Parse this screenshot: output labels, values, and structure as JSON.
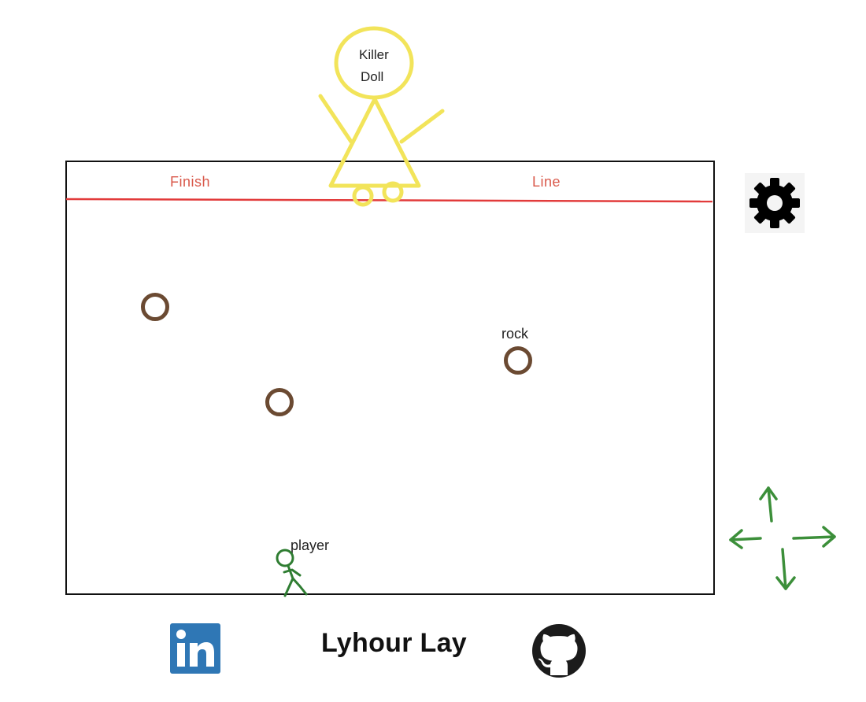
{
  "board": {
    "finish_left": "Finish",
    "finish_right": "Line"
  },
  "doll": {
    "label_line1": "Killer",
    "label_line2": "Doll",
    "color": "#f2e45a"
  },
  "rock_label": "rock",
  "player_label": "player",
  "footer": {
    "author": "Lyhour Lay",
    "linkedin_icon": "linkedin-icon",
    "github_icon": "github-icon"
  },
  "controls": {
    "settings_icon": "gear-icon",
    "arrows_icon": "directional-arrows-icon"
  },
  "colors": {
    "finish_line": "#e23b3b",
    "finish_text": "#d9584a",
    "rock": "#6b4a32",
    "player": "#2f7d32",
    "arrows": "#3c8f3a",
    "linkedin": "#2f77b5"
  }
}
